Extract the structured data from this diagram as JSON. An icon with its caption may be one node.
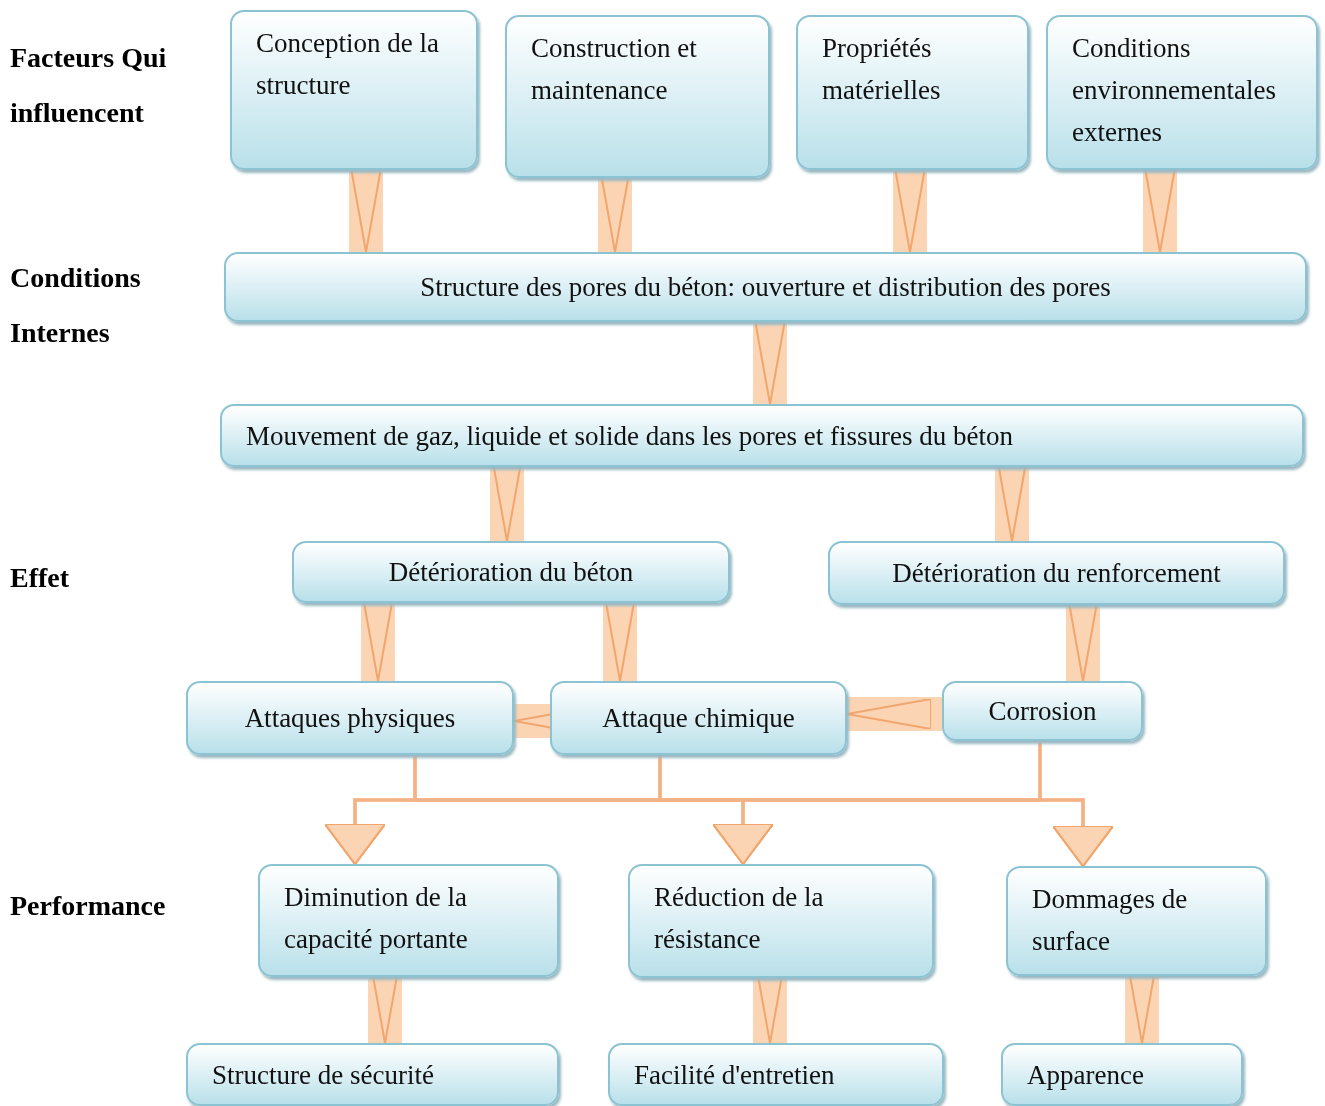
{
  "diagram": {
    "nodes": [
      {
        "text": [
          "Conception de la structure"
        ]
      },
      {
        "text": [
          "Construction et maintenance"
        ]
      },
      {
        "text": [
          "Propriétés matérielles"
        ]
      },
      {
        "text": [
          "Conditions environnementales externes"
        ]
      },
      {
        "text": [
          "Structure des pores du béton: ouverture et distribution des pores"
        ]
      },
      {
        "text": [
          "Mouvement de gaz, liquide et solide dans les pores et fissures du béton"
        ]
      },
      {
        "text": [
          "Détérioration du béton"
        ]
      },
      {
        "text": [
          "Détérioration du renforcement"
        ]
      },
      {
        "text": [
          "Attaques physiques"
        ]
      },
      {
        "text": [
          "Attaque chimique"
        ]
      },
      {
        "text": [
          "Corrosion"
        ]
      },
      {
        "text": [
          "Diminution de la capacité portante"
        ]
      },
      {
        "text": [
          "Réduction de la résistance"
        ]
      },
      {
        "text": [
          "Dommages de surface"
        ]
      },
      {
        "text": [
          "Structure de sécurité"
        ]
      },
      {
        "text": [
          "Facilité d'entretien"
        ]
      },
      {
        "text": [
          "Apparence"
        ]
      }
    ],
    "edges": [
      {
        "from": 0,
        "to": 4,
        "arrow": "to"
      },
      {
        "from": 1,
        "to": 4,
        "arrow": "to"
      },
      {
        "from": 2,
        "to": 4,
        "arrow": "to"
      },
      {
        "from": 3,
        "to": 4,
        "arrow": "to"
      },
      {
        "from": 4,
        "to": 5,
        "arrow": "to"
      },
      {
        "from": 5,
        "to": 6,
        "arrow": "to"
      },
      {
        "from": 5,
        "to": 7,
        "arrow": "to"
      },
      {
        "from": 6,
        "to": 8,
        "arrow": "to"
      },
      {
        "from": 6,
        "to": 9,
        "arrow": "to"
      },
      {
        "from": 7,
        "to": 10,
        "arrow": "to"
      },
      {
        "from": 10,
        "to": 9,
        "arrow": "to"
      },
      {
        "from": 9,
        "to": 8,
        "arrow": "to"
      },
      {
        "from": 8,
        "to": 11,
        "arrow": "to"
      },
      {
        "from": 8,
        "to": 12,
        "arrow": "to"
      },
      {
        "from": 8,
        "to": 13,
        "arrow": "to"
      },
      {
        "from": 9,
        "to": 11,
        "arrow": "to"
      },
      {
        "from": 9,
        "to": 12,
        "arrow": "to"
      },
      {
        "from": 9,
        "to": 13,
        "arrow": "to"
      },
      {
        "from": 10,
        "to": 11,
        "arrow": "to"
      },
      {
        "from": 10,
        "to": 12,
        "arrow": "to"
      },
      {
        "from": 10,
        "to": 13,
        "arrow": "to"
      },
      {
        "from": 11,
        "to": 14,
        "arrow": "to"
      },
      {
        "from": 12,
        "to": 15,
        "arrow": "to"
      },
      {
        "from": 13,
        "to": 16,
        "arrow": "to"
      }
    ],
    "labels": [
      "Facteurs Qui influencent",
      "Conditions Internes",
      "Effet",
      "Performance"
    ]
  }
}
